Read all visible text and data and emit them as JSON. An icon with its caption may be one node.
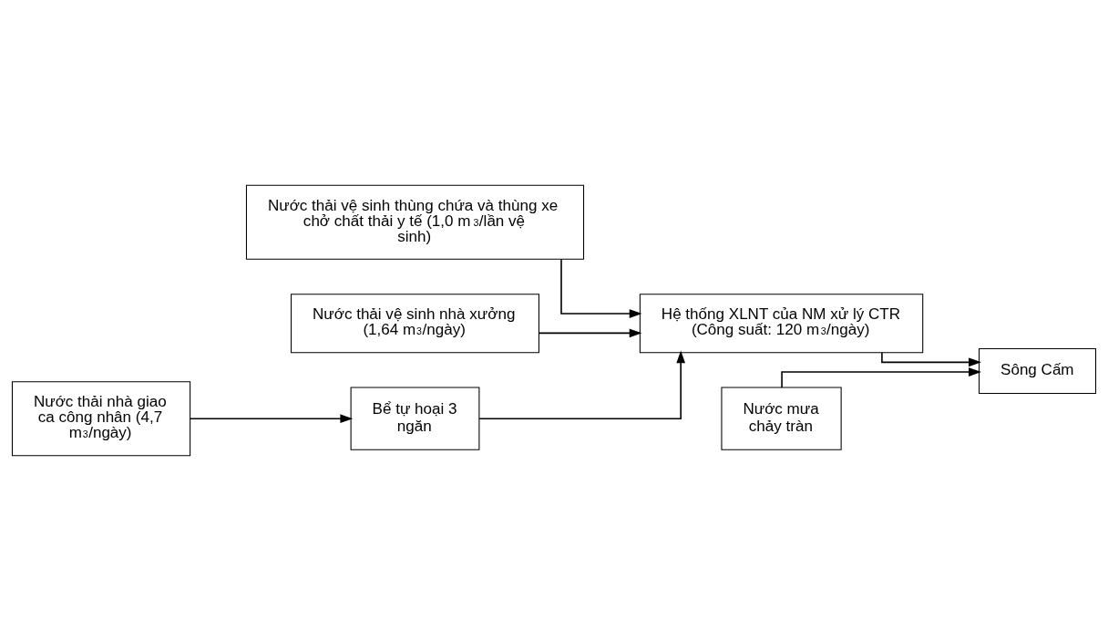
{
  "diagram": {
    "nodes": [
      {
        "text": [
          "Nước thải vệ sinh thùng chứa và thùng xe chở chất thải y tế (1,0 m$^{3}$/lần vệ sinh)"
        ]
      },
      {
        "text": [
          "Nước thải vệ sinh nhà xưởng (1,64 m$^{3}$/ngày)"
        ]
      },
      {
        "text": [
          "Nước thải nhà giao ca công nhân (4,7 m$^{3}$/ngày)"
        ]
      },
      {
        "text": [
          "Bể tự hoại 3 ngăn"
        ]
      },
      {
        "text": [
          "Hệ thống XLNT của NM xử lý CTR (Công suất: 120 m$^{3}$/ngày)"
        ]
      },
      {
        "text": [
          "Nước mưa chảy tràn"
        ]
      },
      {
        "text": [
          "Sông Cấm"
        ]
      }
    ],
    "edges": [
      {
        "from": 0,
        "to": 4,
        "arrow": "to"
      },
      {
        "from": 1,
        "to": 4,
        "arrow": "to"
      },
      {
        "from": 2,
        "to": 3,
        "arrow": "to"
      },
      {
        "from": 3,
        "to": 4,
        "arrow": "to"
      },
      {
        "from": 4,
        "to": 6,
        "arrow": "to"
      },
      {
        "from": 5,
        "to": 6,
        "arrow": "to"
      }
    ]
  }
}
